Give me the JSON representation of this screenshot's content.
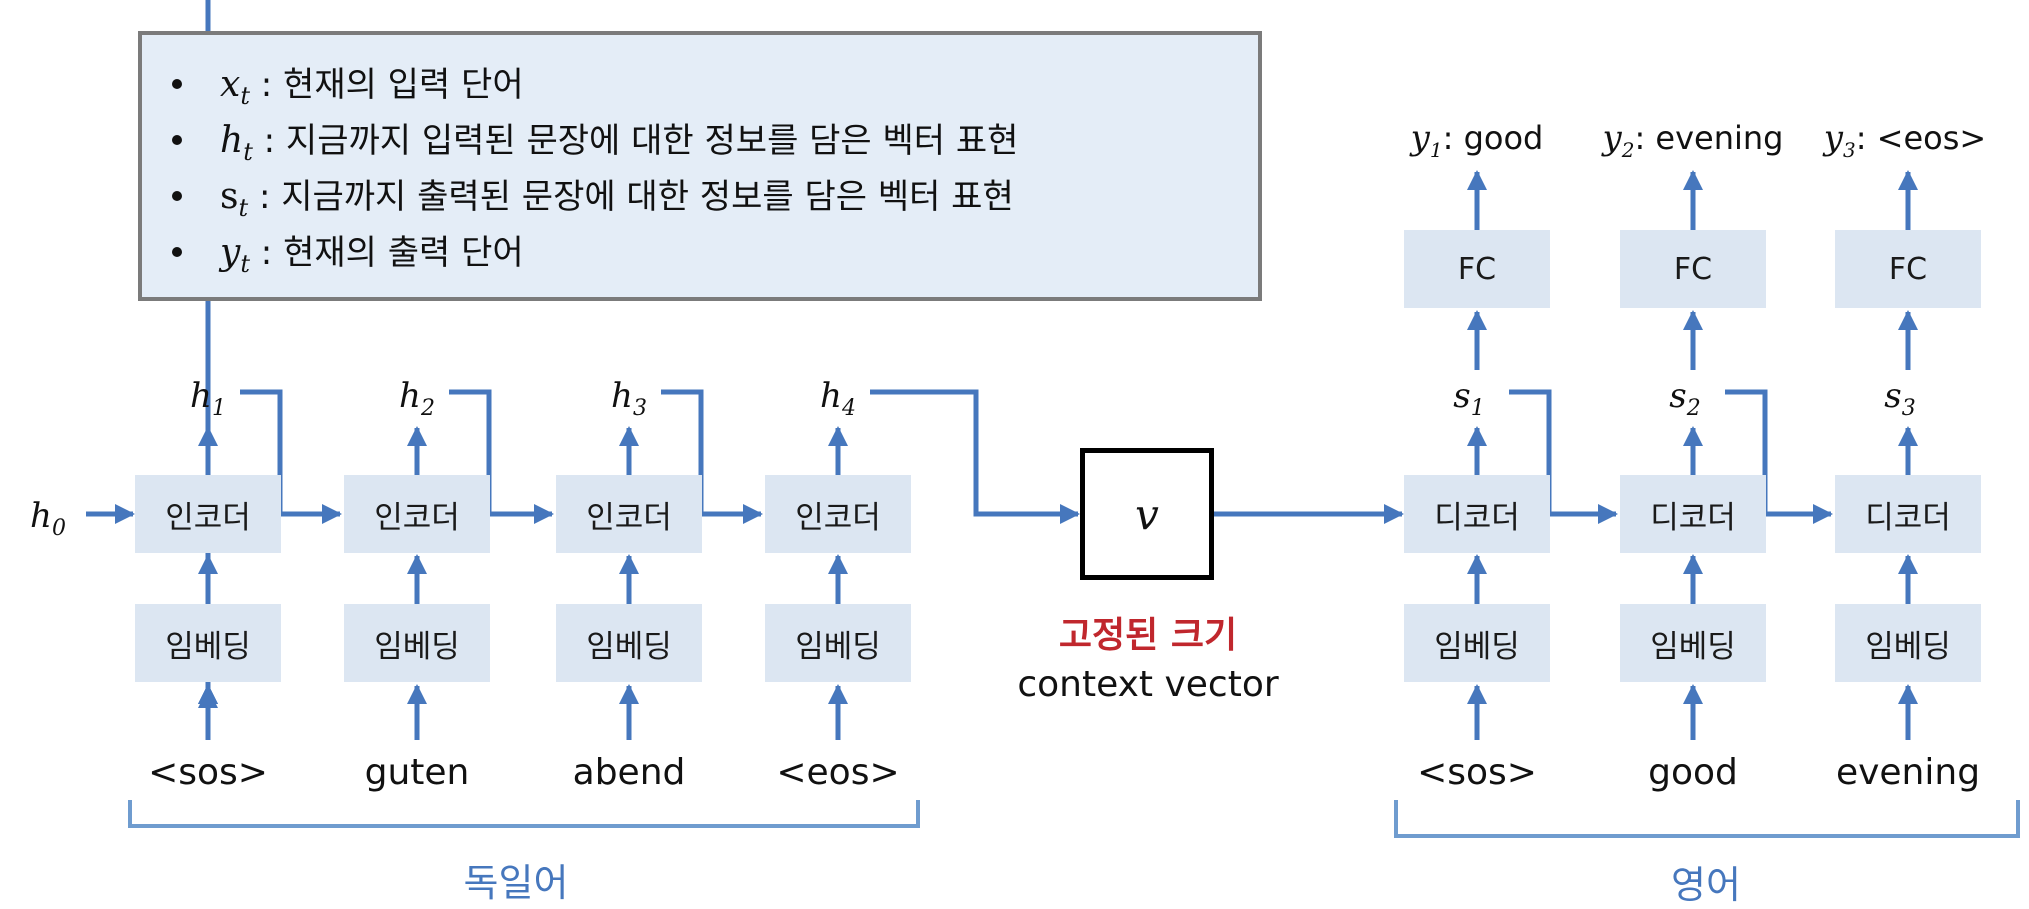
{
  "legend": {
    "items": [
      {
        "symbol": "x",
        "sub": "t",
        "text": " : 현재의 입력 단어"
      },
      {
        "symbol": "h",
        "sub": "t",
        "text": " : 지금까지 입력된 문장에 대한 정보를 담은 벡터 표현"
      },
      {
        "symbol": "s",
        "sub": "t",
        "text": " : 지금까지 출력된 문장에 대한 정보를 담은 벡터 표현"
      },
      {
        "symbol": "y",
        "sub": "t",
        "text": " : 현재의 출력 단어"
      }
    ]
  },
  "encoder": {
    "initial_state": {
      "symbol": "h",
      "sub": "0"
    },
    "block_label": "인코더",
    "embed_label": "임베딩",
    "states": [
      {
        "symbol": "h",
        "sub": "1"
      },
      {
        "symbol": "h",
        "sub": "2"
      },
      {
        "symbol": "h",
        "sub": "3"
      },
      {
        "symbol": "h",
        "sub": "4"
      }
    ],
    "tokens": [
      "<sos>",
      "guten",
      "abend",
      "<eos>"
    ],
    "language": "독일어"
  },
  "context": {
    "symbol": "v",
    "fixed_label": "고정된 크기",
    "label": "context vector"
  },
  "decoder": {
    "block_label": "디코더",
    "embed_label": "임베딩",
    "fc_label": "FC",
    "states": [
      {
        "symbol": "s",
        "sub": "1"
      },
      {
        "symbol": "s",
        "sub": "2"
      },
      {
        "symbol": "s",
        "sub": "3"
      }
    ],
    "tokens": [
      "<sos>",
      "good",
      "evening"
    ],
    "outputs": [
      {
        "symbol": "y",
        "sub": "1",
        "text": ": good"
      },
      {
        "symbol": "y",
        "sub": "2",
        "text": ": evening"
      },
      {
        "symbol": "y",
        "sub": "3",
        "text": ": <eos>"
      }
    ],
    "language": "영어"
  },
  "colors": {
    "arrow": "#4677bd",
    "block": "#dce6f2",
    "fixed_size": "#c0272d",
    "legend_bg": "#e4edf7"
  }
}
